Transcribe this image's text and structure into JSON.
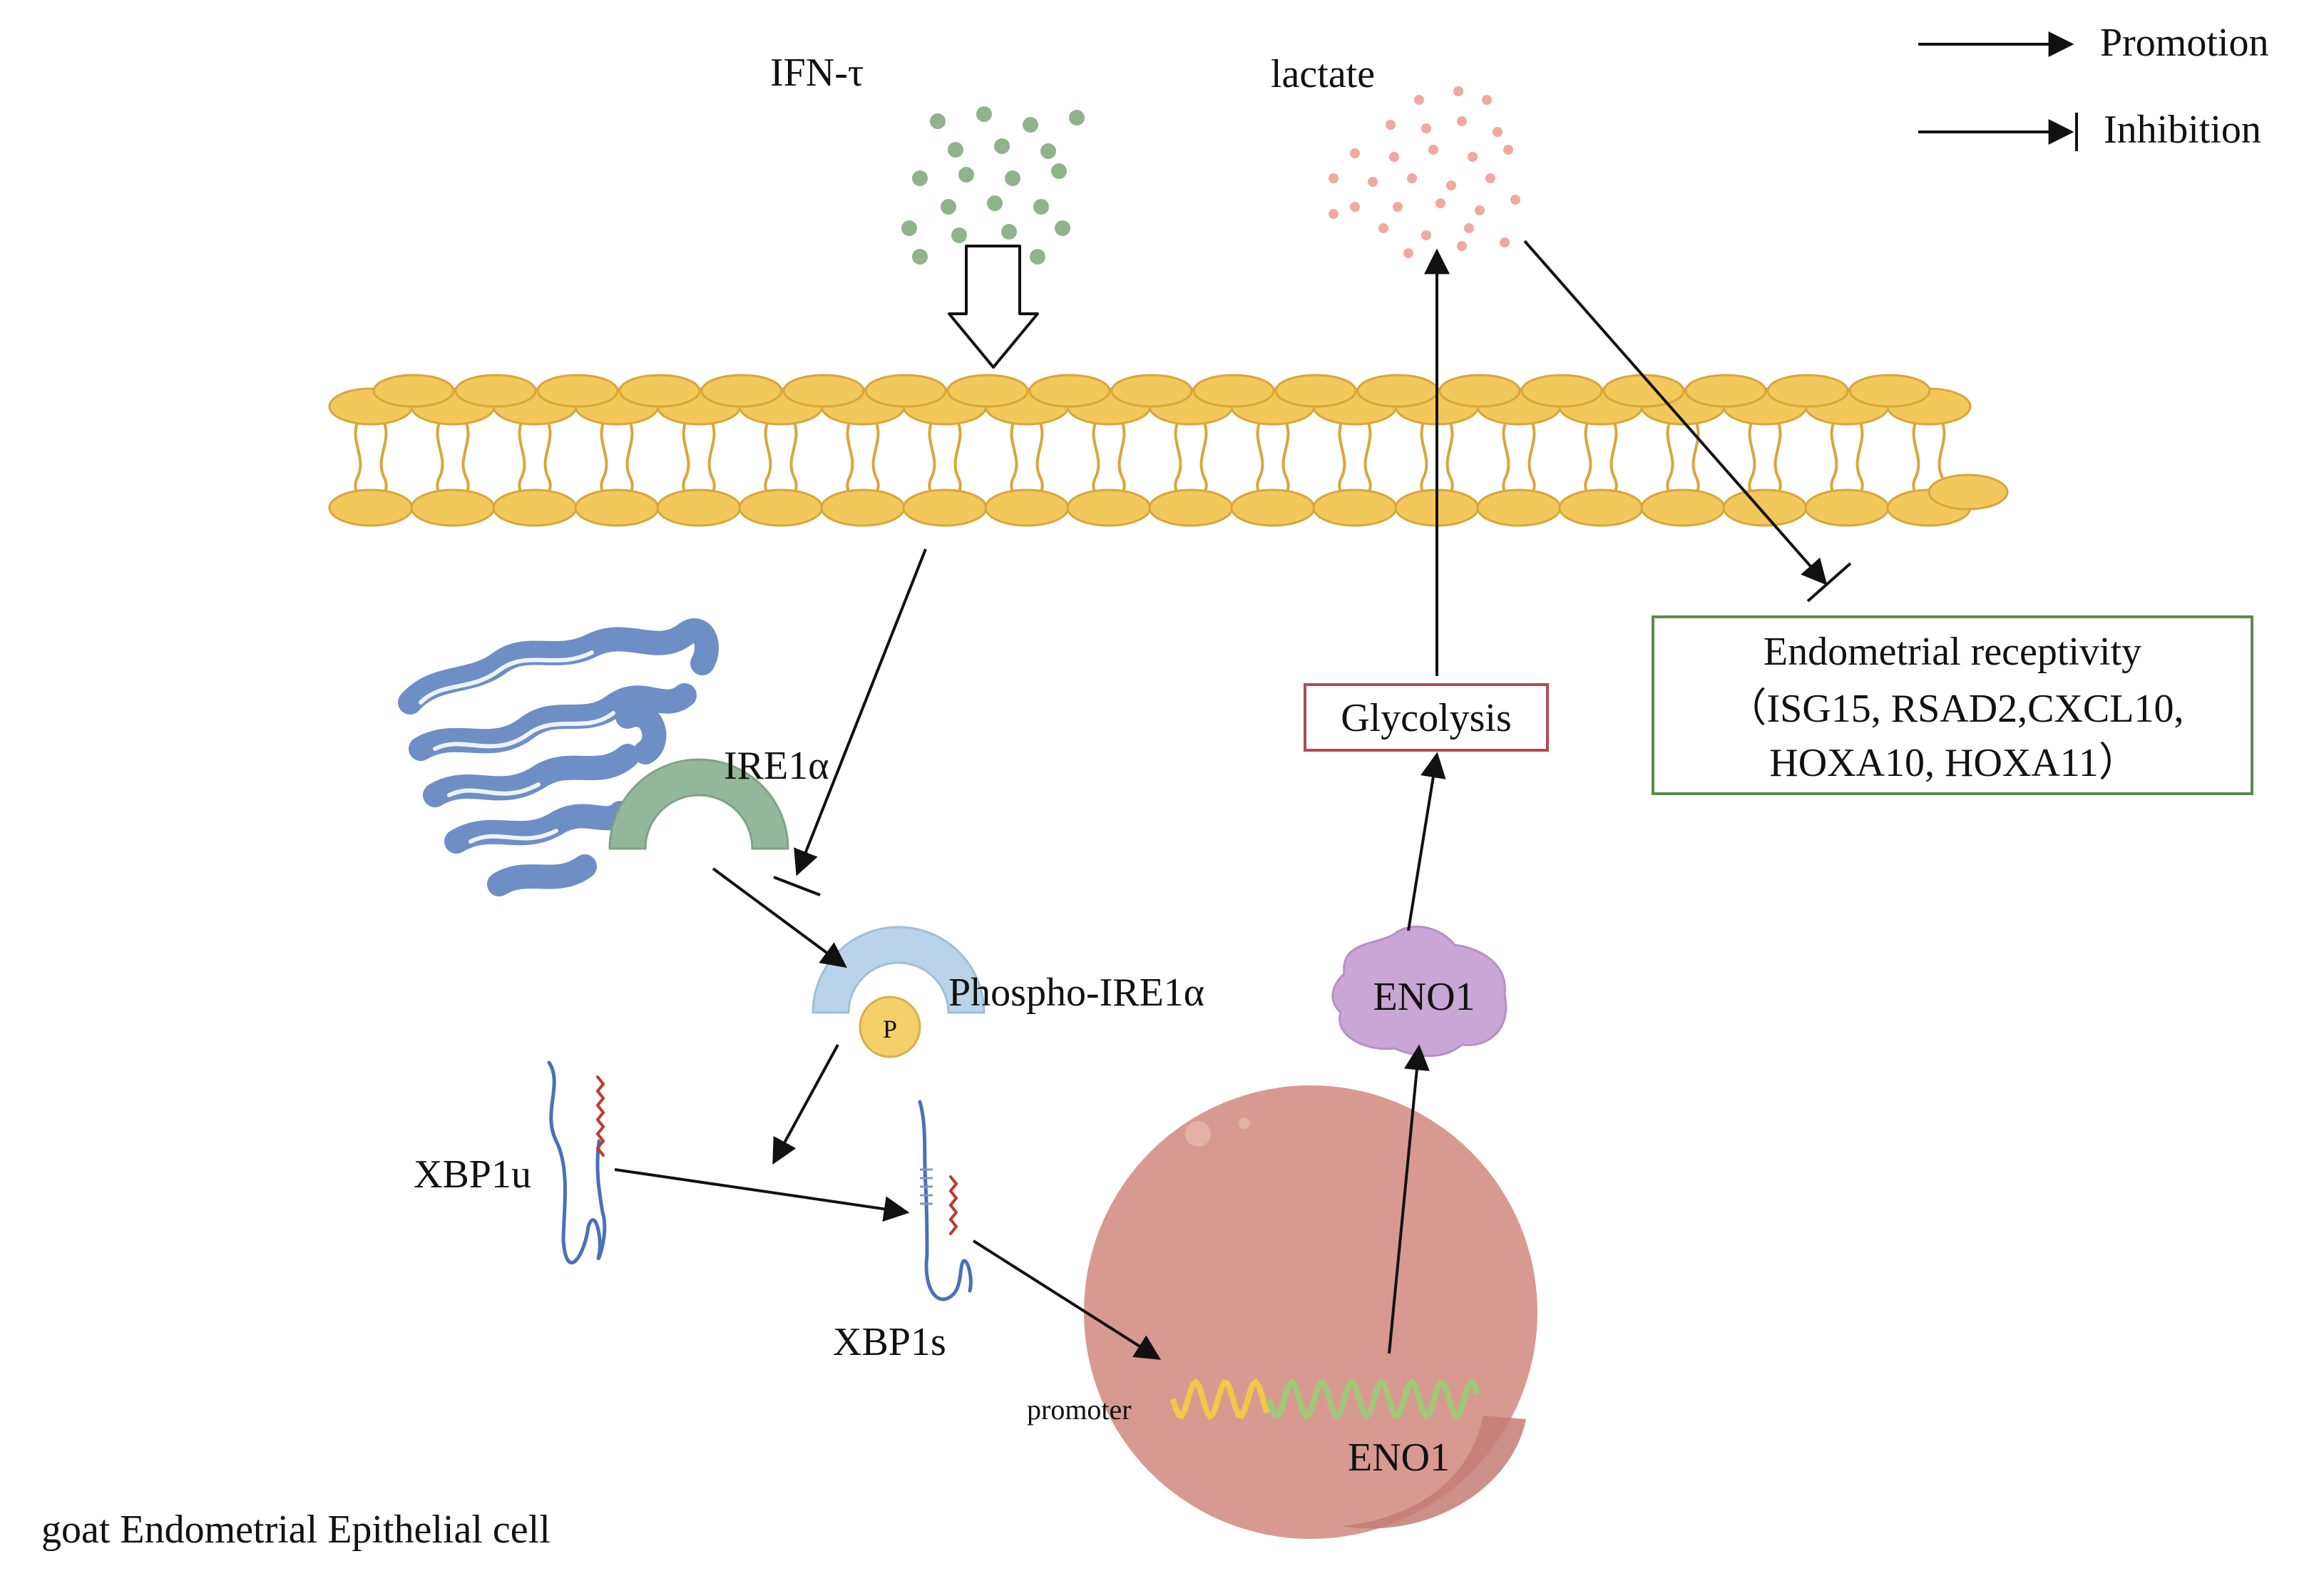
{
  "legend": {
    "promotion_label": "Promotion",
    "inhibition_label": "Inhibition"
  },
  "labels": {
    "ifn": "IFN-τ",
    "lactate": "lactate",
    "ire1a": "IRE1α",
    "phospho_ire1a": "Phospho-IRE1α",
    "phospho_mark": "P",
    "xbp1u": "XBP1u",
    "xbp1s": "XBP1s",
    "promoter": "promoter",
    "eno1_gene": "ENO1",
    "eno1_protein": "ENO1",
    "glycolysis": "Glycolysis",
    "cell_type": "goat Endometrial Epithelial cell"
  },
  "receptivity_box": {
    "title": "Endometrial receptivity",
    "genes_line1": "（ISG15, RSAD2,CXCL10,",
    "genes_line2": "HOXA10, HOXA11）"
  },
  "colors": {
    "ifn_dots": "#8fb38a",
    "lactate_dots": "#f4a7a0",
    "membrane_fill": "#f2c75c",
    "membrane_stroke": "#d8a63a",
    "er": "#6e8ec6",
    "ire1a": "#93b79a",
    "phospho_receptor": "#b9d4ea",
    "phospho_p": "#f4d06a",
    "nucleus": "#d89a90",
    "eno1_protein": "#c9a6d6",
    "glycolysis_border": "#b54a52",
    "receptivity_border": "#5c8a4a"
  }
}
